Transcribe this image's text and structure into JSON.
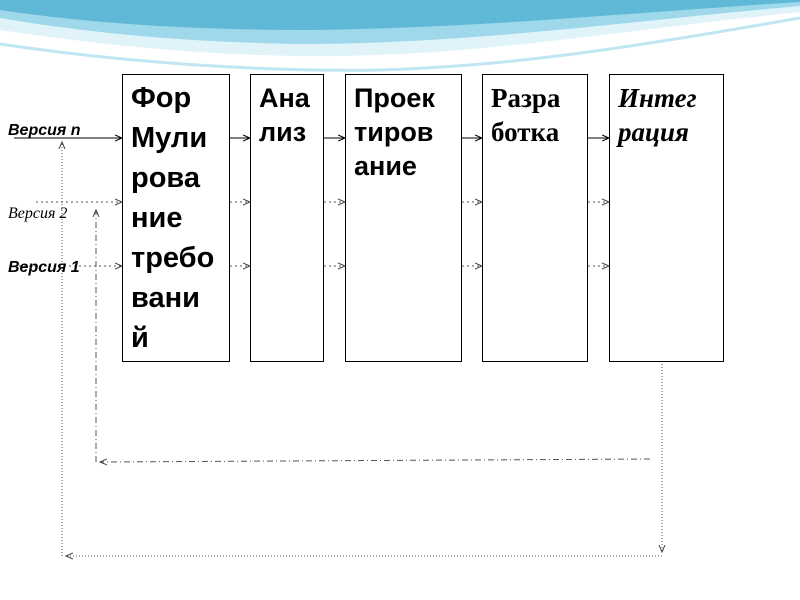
{
  "stages": [
    {
      "lines": [
        "Фор",
        "Мули",
        "рова",
        "ние",
        "требо",
        "вани",
        "й"
      ]
    },
    {
      "lines": [
        "Ана",
        "лиз"
      ]
    },
    {
      "lines": [
        "Проек",
        "тиров",
        "ание"
      ]
    },
    {
      "lines": [
        "Разра",
        "ботка"
      ]
    },
    {
      "lines": [
        "Интег",
        "рация"
      ]
    }
  ],
  "versions": {
    "n": "Версия n",
    "two": "Версия 2",
    "one": "Версия 1"
  },
  "colors": {
    "wave_light": "#dff3f8",
    "wave_mid": "#9fd8ea",
    "wave_deep": "#5fb9d6"
  }
}
